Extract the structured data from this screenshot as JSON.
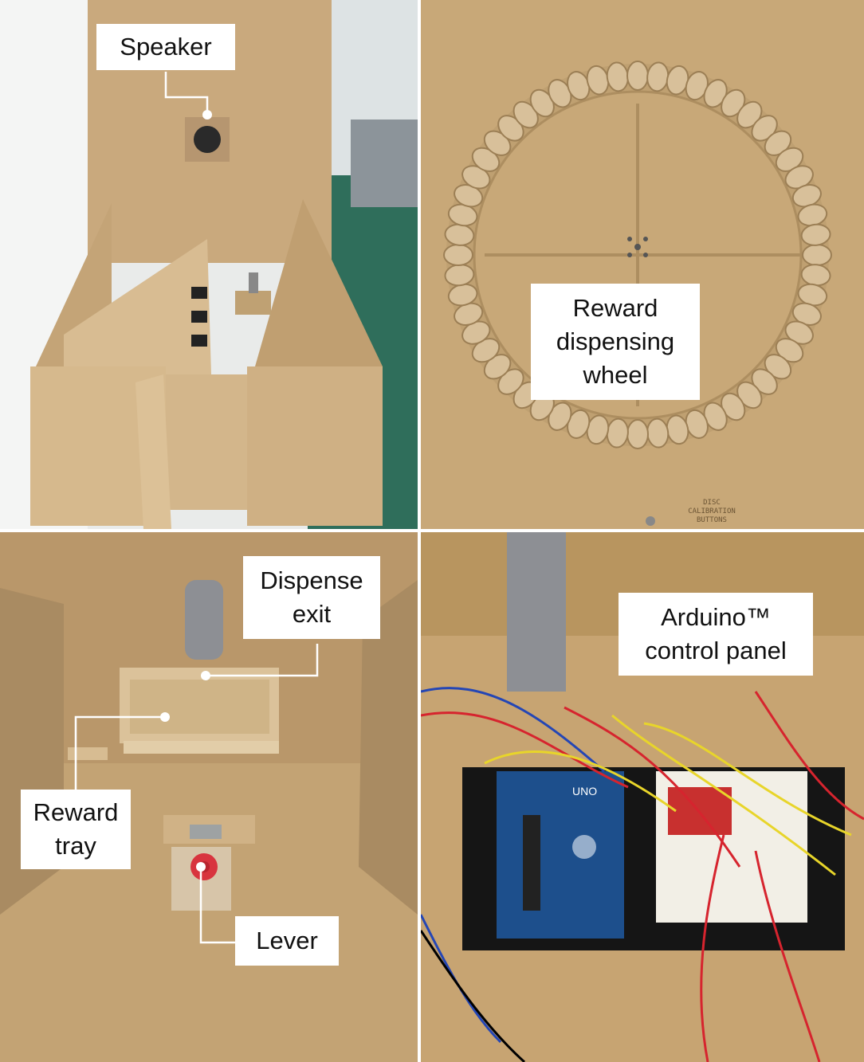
{
  "panels": [
    {
      "id": "enclosure",
      "labels": [
        {
          "key": "speaker",
          "text": "Speaker"
        }
      ]
    },
    {
      "id": "wheel",
      "labels": [
        {
          "key": "wheel",
          "text": "Reward\ndispensing\nwheel"
        }
      ],
      "handwriting": "DISC\nCALIBRATION\nBUTTONS"
    },
    {
      "id": "tray",
      "labels": [
        {
          "key": "exit",
          "text": "Dispense\nexit"
        },
        {
          "key": "tray",
          "text": "Reward\ntray"
        },
        {
          "key": "lever",
          "text": "Lever"
        }
      ]
    },
    {
      "id": "arduino",
      "labels": [
        {
          "key": "arduino",
          "text": "Arduino™\ncontrol panel"
        }
      ],
      "board_text": "UNO"
    }
  ],
  "colors": {
    "mdf": "#c9a97d",
    "mdf_dark": "#a98b62",
    "floor": "#2f6e5b",
    "wall": "#e9ebea",
    "pipe": "#8d8f94",
    "lever": "#d8343e",
    "board": "#1d4f8c",
    "breadboard": "#f2efe6",
    "wire_red": "#d6242e",
    "wire_yellow": "#e8d52a",
    "wire_blue": "#2446b5"
  }
}
